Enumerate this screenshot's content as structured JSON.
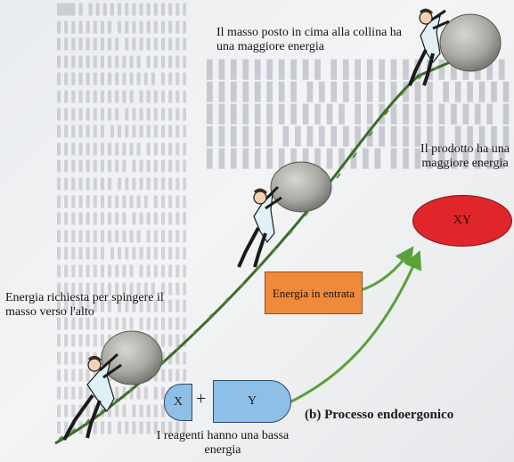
{
  "labels": {
    "top_caption": "Il masso posto in cima alla collina ha una maggiore energia",
    "left_caption": "Energia richiesta per spingere il masso verso l'alto",
    "right_caption": "Il prodotto ha una maggiore energia",
    "bottom_caption": "I reagenti hanno una bassa energia",
    "energy_input": "Energia in entrata",
    "product": "XY",
    "reactant_x": "X",
    "plus": "+",
    "reactant_y": "Y",
    "panel_title": "(b) Processo endoergonico"
  },
  "colors": {
    "energy_box": "#ef8a3a",
    "product": "#e0262b",
    "reactants": "#8ebfe6",
    "arrows": "#5aa13a",
    "hill": "#3c6b2a",
    "boulder": "#9c9c96"
  },
  "icons": {
    "person": "person-pushing-boulder-icon",
    "boulder": "boulder-icon"
  }
}
